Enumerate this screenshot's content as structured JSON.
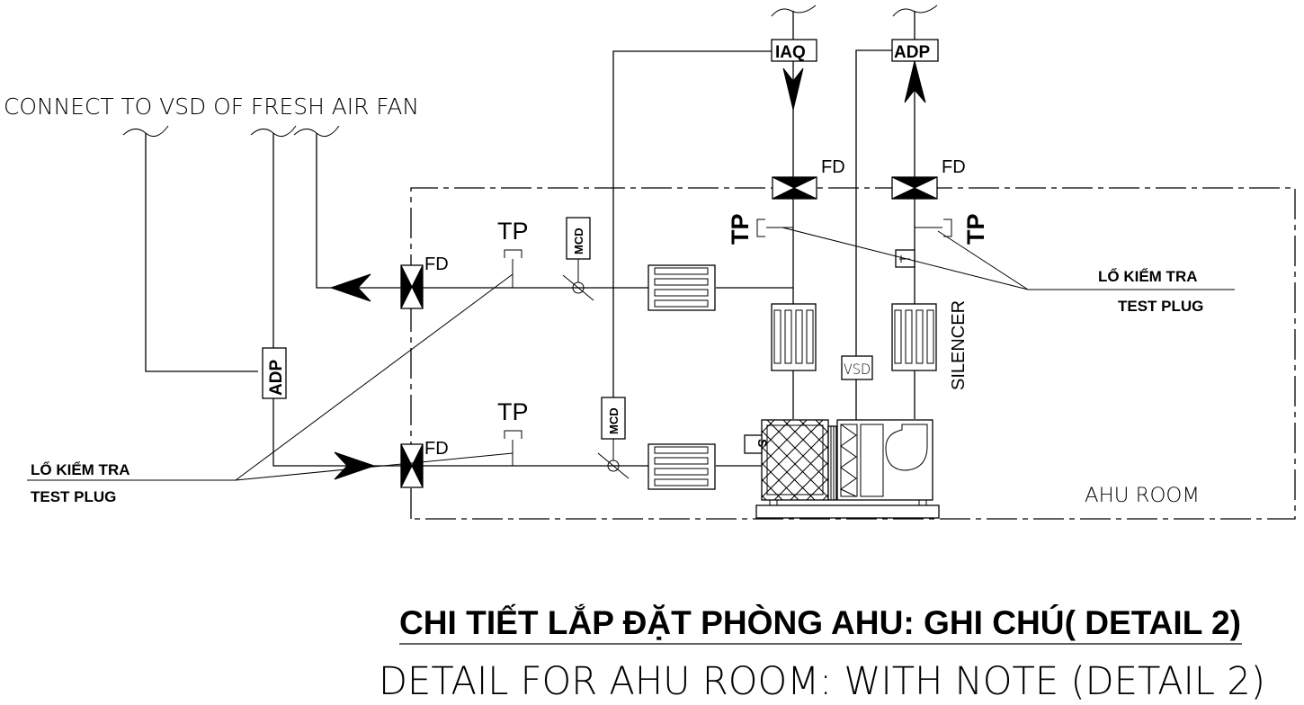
{
  "drawing": {
    "title_vi": "CHI TIẾT LẮP ĐẶT PHÒNG AHU: GHI CHÚ( DETAIL 2)",
    "title_en": "DETAIL FOR AHU ROOM:  WITH NOTE (DETAIL 2)",
    "room_label": "AHU ROOM",
    "connect_note": "CONNECT TO VSD OF FRESH AIR FAN"
  },
  "labels": {
    "fd": "FD",
    "tp": "TP",
    "mcd": "MCD",
    "adp": "ADP",
    "iaq": "IAQ",
    "vsd": "VSD",
    "silencer": "SILENCER",
    "sensor": "S",
    "test_plug_vi": "LỔ KIỂM TRA",
    "test_plug_en": "TEST PLUG"
  },
  "components": [
    {
      "type": "fire-damper",
      "label": "FD",
      "count": 4
    },
    {
      "type": "test-plug",
      "label": "TP",
      "count": 4
    },
    {
      "type": "motorized-control-damper",
      "label": "MCD",
      "count": 2
    },
    {
      "type": "differential-pressure-switch",
      "label": "ADP",
      "count": 2
    },
    {
      "type": "indoor-air-quality-sensor",
      "label": "IAQ",
      "count": 1
    },
    {
      "type": "variable-speed-drive",
      "label": "VSD",
      "count": 1
    },
    {
      "type": "silencer",
      "label": "SILENCER",
      "count": 4
    },
    {
      "type": "air-handling-unit",
      "label": "AHU",
      "count": 1
    }
  ]
}
